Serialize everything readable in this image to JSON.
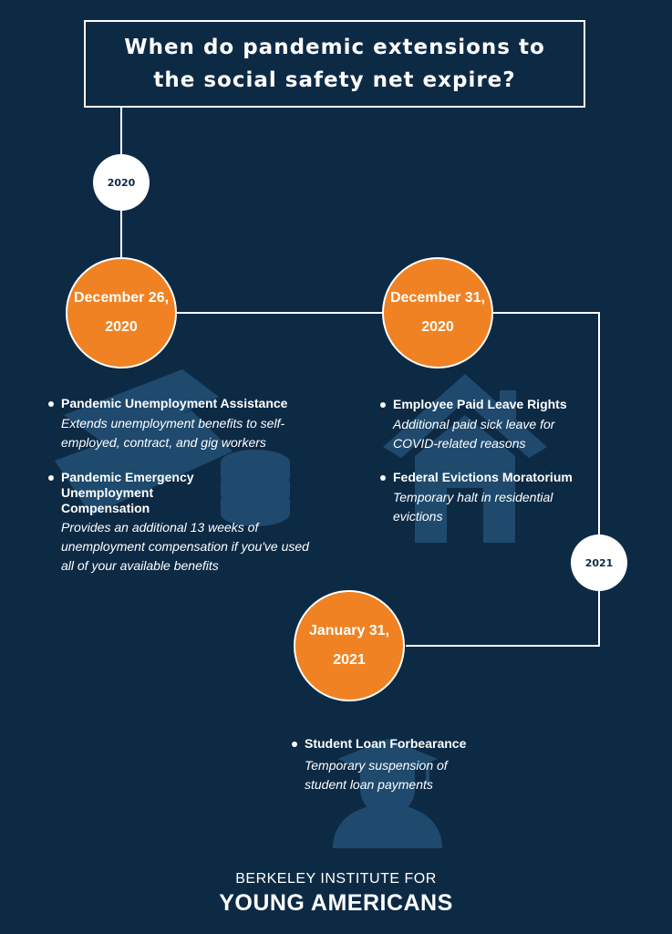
{
  "title": "When do pandemic extensions to\nthe social safety net expire?",
  "years": {
    "y2020": "2020",
    "y2021": "2021"
  },
  "milestones": [
    {
      "date_line1": "December 26,",
      "date_line2": "2020",
      "items": [
        {
          "title": "Pandemic Unemployment Assistance",
          "desc": "Extends unemployment benefits to  self-employed, contract, and gig workers"
        },
        {
          "title": "Pandemic Emergency Unemployment Compensation",
          "desc": "Provides an additional 13 weeks of unemployment compensation if you've used all of your available benefits"
        }
      ]
    },
    {
      "date_line1": "December 31,",
      "date_line2": "2020",
      "items": [
        {
          "title": "Employee Paid Leave Rights",
          "desc": "Additional paid sick leave for COVID-related reasons"
        },
        {
          "title": "Federal Evictions Moratorium",
          "desc": "Temporary halt in residential evictions"
        }
      ]
    },
    {
      "date_line1": "January 31,",
      "date_line2": "2021",
      "items": [
        {
          "title": "Student Loan Forbearance",
          "desc": "Temporary suspension of student loan payments"
        }
      ]
    }
  ],
  "footer": {
    "line1": "BERKELEY INSTITUTE FOR",
    "line2": "YOUNG AMERICANS"
  },
  "icons": [
    "money-coins-icon",
    "house-icon",
    "graduate-icon"
  ],
  "colors": {
    "background": "#0d2a45",
    "accent": "#f08223",
    "icon": "#1f4a6e",
    "line": "#ffffff"
  }
}
